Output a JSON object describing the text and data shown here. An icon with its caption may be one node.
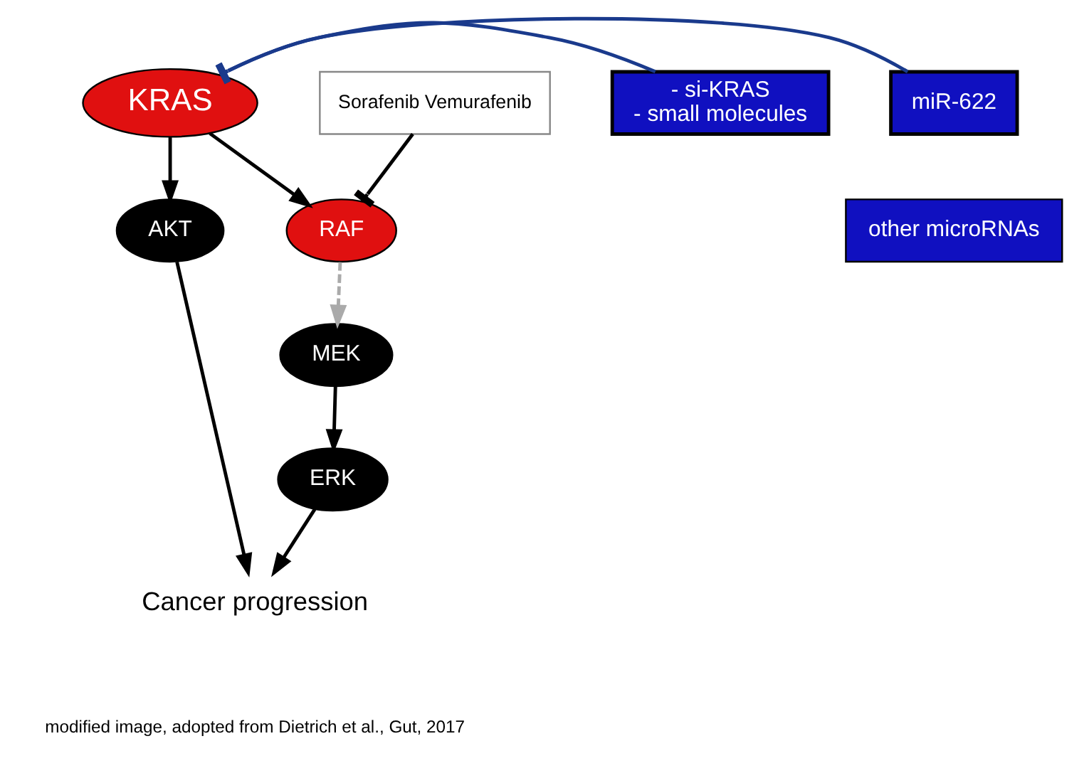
{
  "diagram": {
    "nodes": [
      {
        "text": [
          "KRAS"
        ]
      },
      {
        "text": [
          "- si-KRAS",
          "- small molecules"
        ]
      },
      {
        "text": [
          "miR-622"
        ]
      },
      {
        "text": [
          "other microRNAs"
        ]
      },
      {
        "text": [
          "AKT"
        ]
      },
      {
        "text": [
          "RAF"
        ]
      },
      {
        "text": [
          "Sorafenib Vemurafenib"
        ]
      },
      {
        "text": [
          "MEK"
        ]
      },
      {
        "text": [
          "ERK"
        ]
      },
      {
        "text": [
          "Cancer progression"
        ]
      }
    ],
    "edges": [
      {
        "from": 1,
        "to": 0,
        "arrow": "other",
        "color": "#1a3a8c"
      },
      {
        "from": 2,
        "to": 0,
        "arrow": "other",
        "color": "#1a3a8c"
      },
      {
        "from": 0,
        "to": 4,
        "arrow": "to"
      },
      {
        "from": 0,
        "to": 5,
        "arrow": "to"
      },
      {
        "from": 6,
        "to": 5,
        "arrow": "other"
      },
      {
        "from": 5,
        "to": 7,
        "arrow": "to",
        "style": "dashed",
        "color": "#aaaaaa"
      },
      {
        "from": 7,
        "to": 8,
        "arrow": "to"
      },
      {
        "from": 8,
        "to": 9,
        "arrow": "to"
      },
      {
        "from": 4,
        "to": 9,
        "arrow": "to"
      }
    ],
    "labels": [
      "modified image, adopted from Dietrich et al., Gut, 2017"
    ]
  }
}
